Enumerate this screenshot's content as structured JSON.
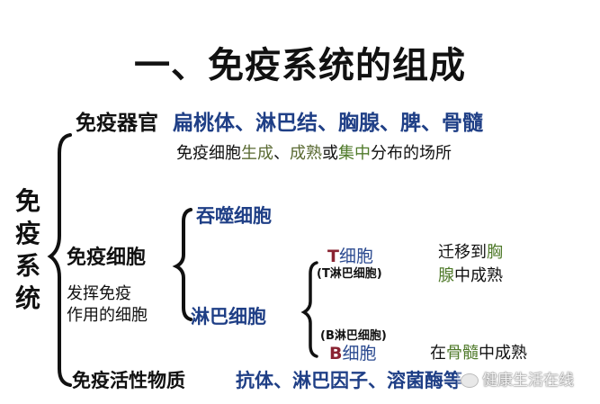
{
  "title": "一、免疫系统的组成",
  "root": {
    "label_chars": [
      "免",
      "疫",
      "系",
      "统"
    ]
  },
  "organs": {
    "label": "免疫器官",
    "items": "扁桃体、淋巴结、胸腺、脾、骨髓",
    "desc": {
      "p1": "免疫细胞",
      "p2": "生成",
      "p3": "、",
      "p4": "成熟",
      "p5": "或",
      "p6": "集中",
      "p7": "分布的场所"
    }
  },
  "cells": {
    "label": "免疫细胞",
    "desc_line1": "发挥免疫",
    "desc_line2": "作用的细胞",
    "phagocyte": "吞噬细胞",
    "lymphocyte": "淋巴细胞",
    "t_cell": {
      "letter": "T",
      "label": "细胞",
      "alias": "(T淋巴细胞)",
      "note_l1_a": "迁移到",
      "note_l1_b": "胸",
      "note_l2_a": "腺",
      "note_l2_b": "中成熟"
    },
    "b_cell": {
      "letter": "B",
      "label": "细胞",
      "alias": "(B淋巴细胞)",
      "note_a": "在",
      "note_b": "骨髓",
      "note_c": "中成熟"
    }
  },
  "substances": {
    "label": "免疫活性物质",
    "items": "抗体、淋巴因子、溶菌酶等"
  },
  "watermark": "健康生活在线",
  "colors": {
    "blue": "#1f3f86",
    "red": "#8a2332",
    "green": "#4f7a2a",
    "black": "#111111"
  }
}
